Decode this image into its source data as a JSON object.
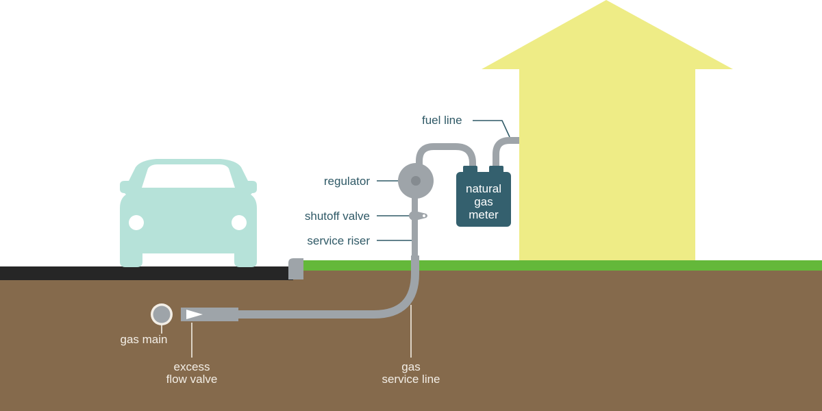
{
  "labels": {
    "fuel_line": "fuel line",
    "regulator": "regulator",
    "shutoff_valve": "shutoff valve",
    "service_riser": "service riser",
    "meter": "natural\ngas\nmeter",
    "gas_main": "gas main",
    "excess_flow_valve": "excess\nflow valve",
    "gas_service_line": "gas\nservice line"
  },
  "colors": {
    "sky": "#ffffff",
    "house": "#eeec86",
    "car": "#b6e2d9",
    "soil": "#856a4c",
    "grass": "#64b83a",
    "road": "#262626",
    "pipe": "#9ea4a9",
    "pipe_dark": "#858b90",
    "meter": "#34606e",
    "label_text": "#2f5966",
    "underground_text": "#f3eee6"
  }
}
